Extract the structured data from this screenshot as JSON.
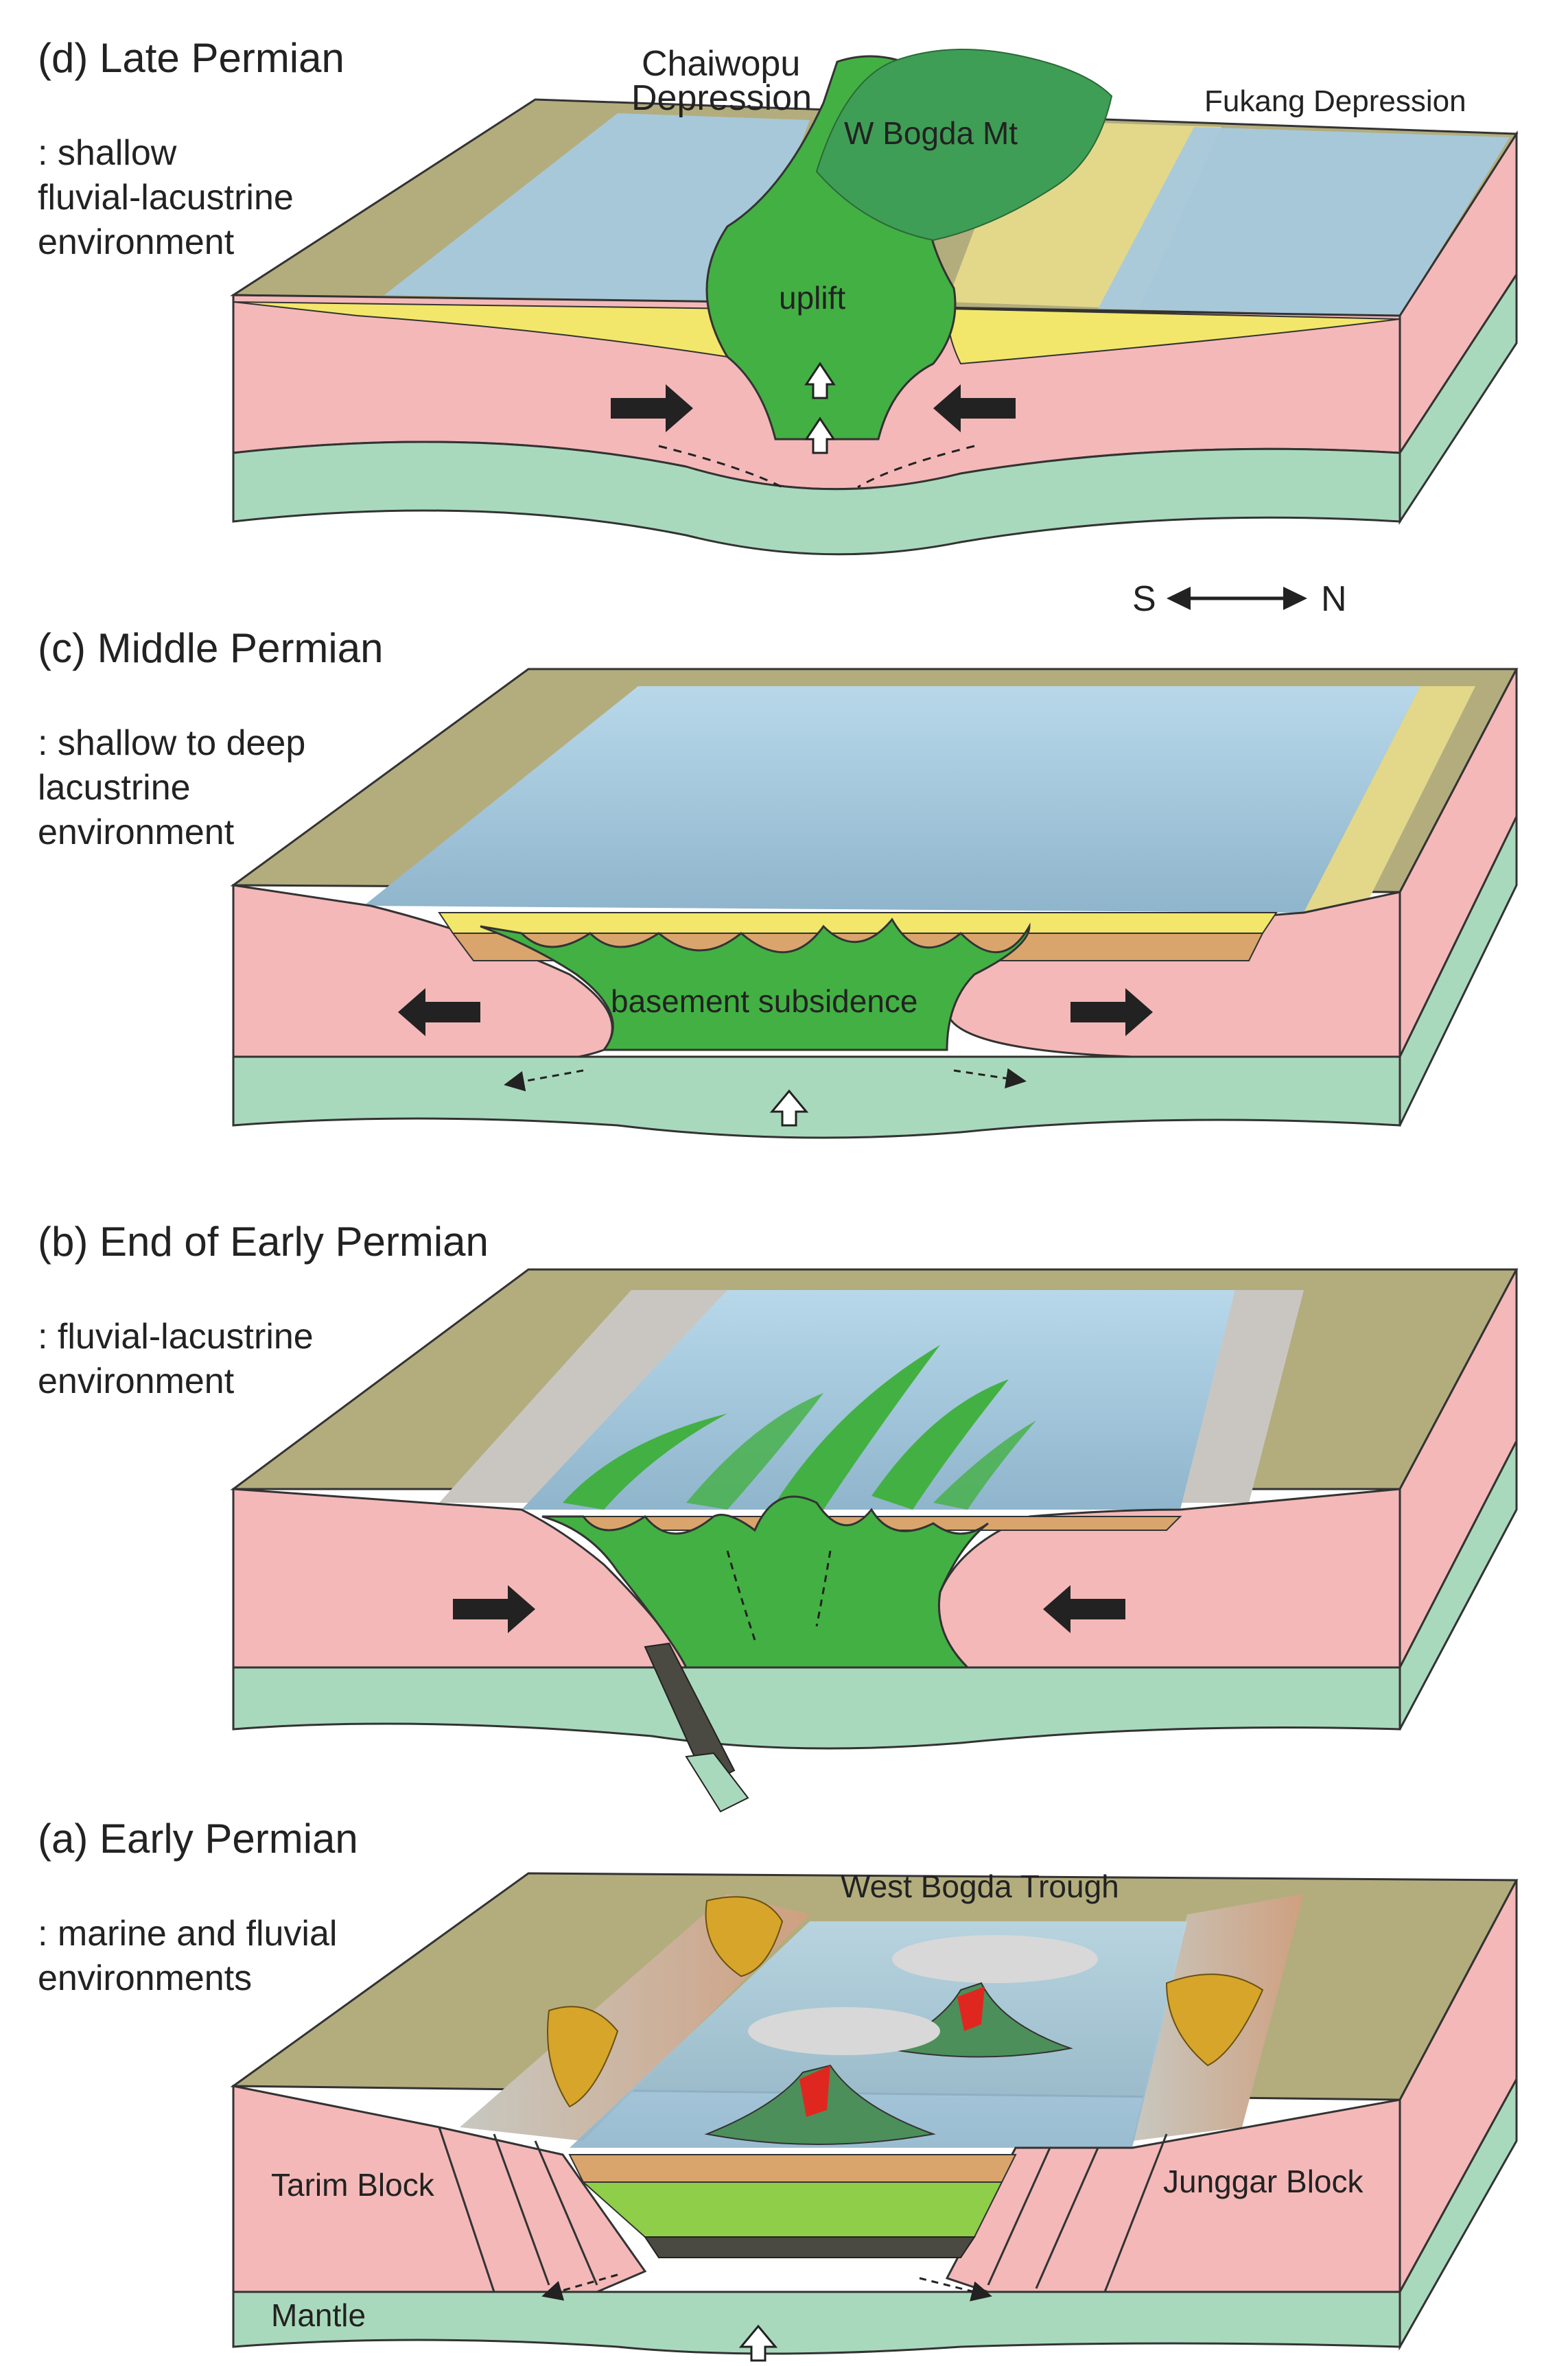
{
  "panels": {
    "d": {
      "title": "(d) Late Permian",
      "env": [
        ": shallow",
        "fluvial-lacustrine",
        "environment"
      ],
      "labels": {
        "chaiwopu": [
          "Chaiwopu",
          "Depression"
        ],
        "bogda": "W Bogda Mt",
        "fukang": "Fukang Depression",
        "uplift": "uplift"
      }
    },
    "c": {
      "title": "(c) Middle Permian",
      "env": [
        ": shallow to deep",
        "lacustrine",
        "environment"
      ],
      "labels": {
        "basement": "basement subsidence"
      }
    },
    "b": {
      "title": "(b) End of Early Permian",
      "env": [
        ": fluvial-lacustrine",
        "environment"
      ]
    },
    "a": {
      "title": "(a) Early Permian",
      "env": [
        ": marine and fluvial",
        "environments"
      ],
      "labels": {
        "trough": "West Bogda Trough",
        "tarim": "Tarim Block",
        "junggar": "Junggar Block",
        "mantle": "Mantle"
      }
    }
  },
  "compass": {
    "south": "S",
    "north": "N"
  },
  "colors": {
    "crust": "#f4b8b8",
    "mantle": "#a9d9bc",
    "lake": "#9cc6dc",
    "land": "#b3ad7e",
    "basin_fill": "#43b043",
    "sand": "#f2e76a",
    "mud": "#d9a56d",
    "volcano": "#e0271f",
    "fan": "#d6a52a"
  }
}
